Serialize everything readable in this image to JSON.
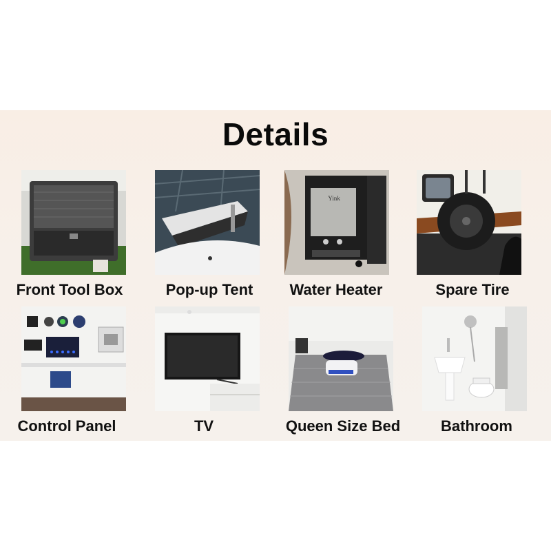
{
  "title": "Details",
  "items": [
    {
      "label": "Front Tool Box",
      "icon": "toolbox-photo"
    },
    {
      "label": "Pop-up Tent",
      "icon": "tent-photo"
    },
    {
      "label": "Water Heater",
      "icon": "water-heater-photo"
    },
    {
      "label": "Spare Tire",
      "icon": "spare-tire-photo"
    },
    {
      "label": "Control Panel",
      "icon": "control-panel-photo"
    },
    {
      "label": "TV",
      "icon": "tv-photo"
    },
    {
      "label": "Queen Size Bed",
      "icon": "bed-photo"
    },
    {
      "label": "Bathroom",
      "icon": "bathroom-photo"
    }
  ],
  "heater_brand": "Yink"
}
